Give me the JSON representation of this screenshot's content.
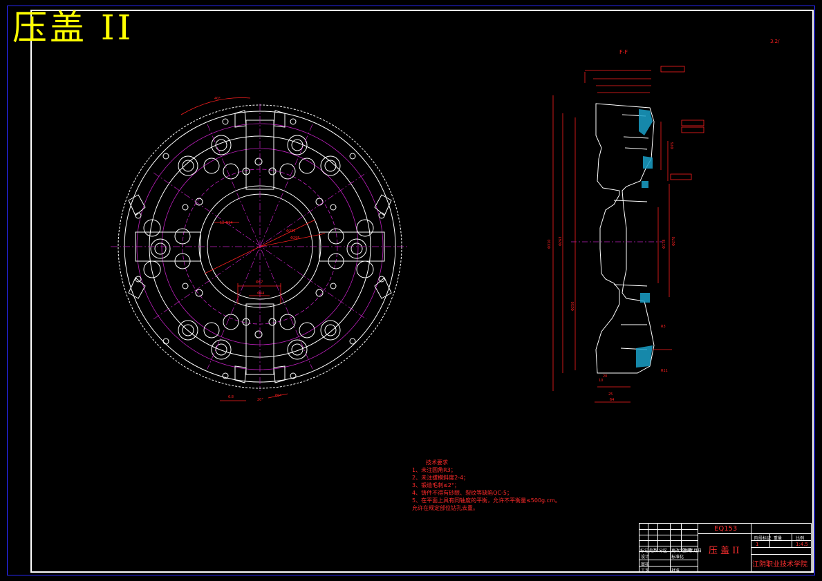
{
  "title": "压盖 II",
  "section_label": "F-F",
  "roughness_symbol": "3.2/",
  "notes": {
    "heading": "技术要求",
    "items": [
      "1、未注圆角R3；",
      "2、未注拔模斜度2-4；",
      "3、锻造毛刺≤2°；",
      "4、铸件不得有砂眼、裂纹等缺陷QC-5；",
      "5、在平面上具有同轴度的平衡，允许不平衡量≤500g.cm。",
      "   允许在规定部位钻孔去重。"
    ]
  },
  "front_view_dims": [
    "40°",
    "60°",
    "Φ235",
    "Φ295",
    "12-Φ14",
    "Φ57",
    "Φ44",
    "6.8",
    "20°"
  ],
  "section_dims": [
    "Φ310",
    "Φ263",
    "Φ250",
    "Φ270",
    "Φ178",
    "Φ76",
    "R3",
    "R11",
    "10",
    "25",
    "20",
    "64"
  ],
  "title_block": {
    "drawing_number": "EQ153",
    "part_name": "压 盖 II",
    "school": "江阴职业技术学院",
    "qty": "1",
    "scale": "1:4.5",
    "header_labels": [
      "标记",
      "处数",
      "分区",
      "更改文件号",
      "签名",
      "年月日"
    ],
    "role_labels": [
      "设计",
      "标准化",
      "审核",
      "工艺",
      "批准"
    ],
    "right_labels": [
      "阶段标记",
      "重量",
      "比例"
    ]
  }
}
